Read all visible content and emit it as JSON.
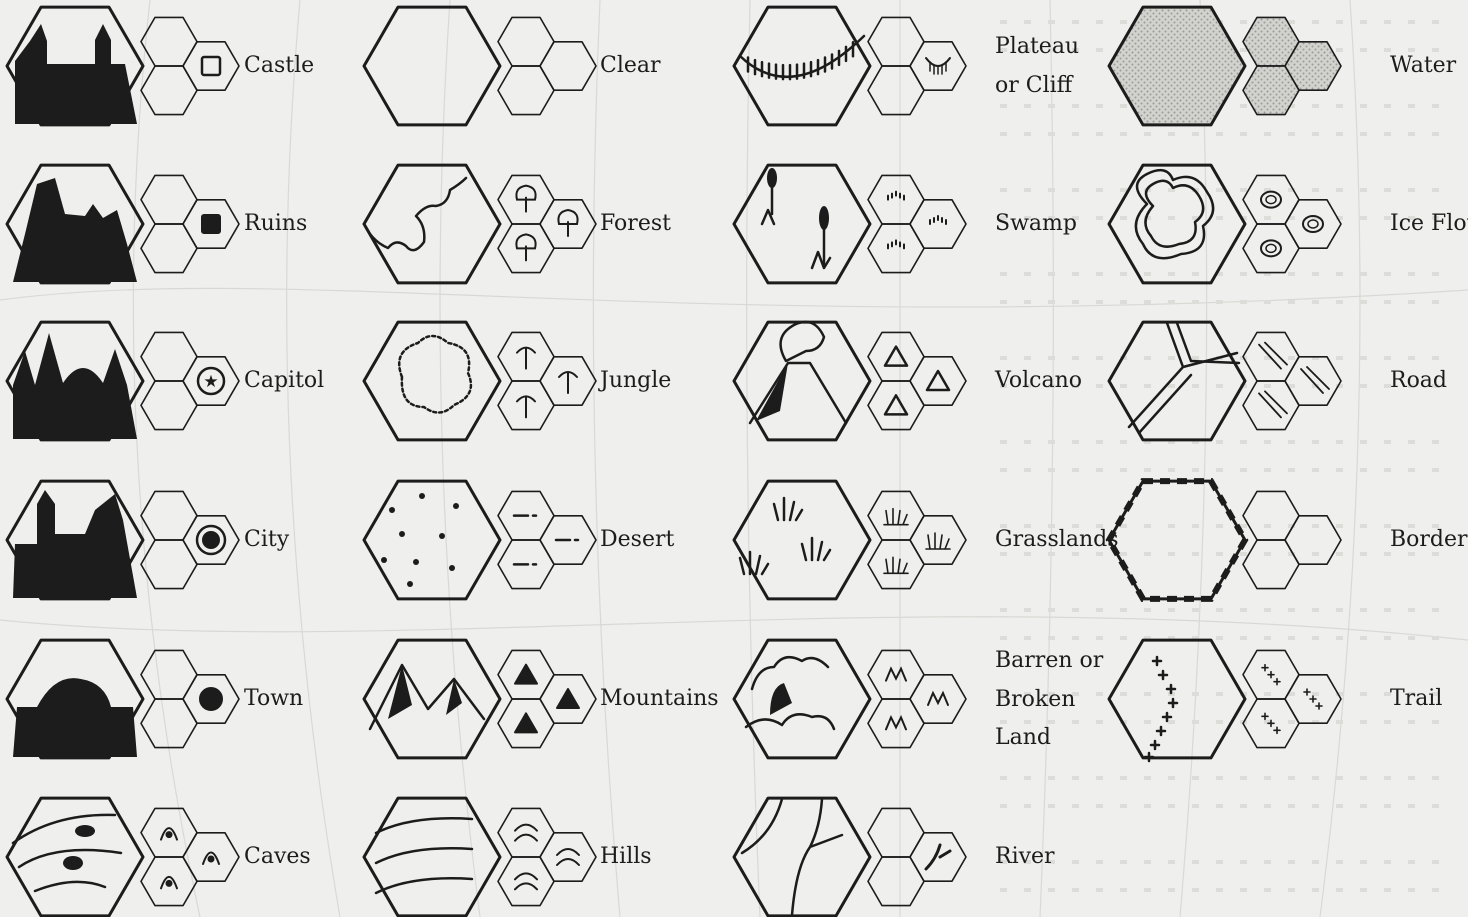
{
  "legend": {
    "columns": [
      {
        "items": [
          {
            "key": "castle",
            "label": [
              "Castle"
            ],
            "icon": "castle-icon",
            "symbol": "square-outline"
          },
          {
            "key": "ruins",
            "label": [
              "Ruins"
            ],
            "icon": "ruins-icon",
            "symbol": "square-filled"
          },
          {
            "key": "capitol",
            "label": [
              "Capitol"
            ],
            "icon": "capitol-icon",
            "symbol": "star-in-circle"
          },
          {
            "key": "city",
            "label": [
              "City"
            ],
            "icon": "city-icon",
            "symbol": "double-circle"
          },
          {
            "key": "town",
            "label": [
              "Town"
            ],
            "icon": "town-icon",
            "symbol": "filled-dot"
          },
          {
            "key": "caves",
            "label": [
              "Caves"
            ],
            "icon": "caves-icon",
            "symbol": "cave-arcs"
          }
        ]
      },
      {
        "items": [
          {
            "key": "clear",
            "label": [
              "Clear"
            ],
            "icon": "clear-icon",
            "symbol": "blank"
          },
          {
            "key": "forest",
            "label": [
              "Forest"
            ],
            "icon": "forest-icon",
            "symbol": "tree"
          },
          {
            "key": "jungle",
            "label": [
              "Jungle"
            ],
            "icon": "jungle-icon",
            "symbol": "palm"
          },
          {
            "key": "desert",
            "label": [
              "Desert"
            ],
            "icon": "desert-icon",
            "symbol": "dashes"
          },
          {
            "key": "mountains",
            "label": [
              "Mountains"
            ],
            "icon": "mountains-icon",
            "symbol": "filled-triangle"
          },
          {
            "key": "hills",
            "label": [
              "Hills"
            ],
            "icon": "hills-icon",
            "symbol": "hill-arcs"
          }
        ]
      },
      {
        "items": [
          {
            "key": "plateau",
            "label": [
              "Plateau",
              "or Cliff"
            ],
            "icon": "plateau-icon",
            "symbol": "cliff-hatch"
          },
          {
            "key": "swamp",
            "label": [
              "Swamp"
            ],
            "icon": "swamp-icon",
            "symbol": "tufts"
          },
          {
            "key": "volcano",
            "label": [
              "Volcano"
            ],
            "icon": "volcano-icon",
            "symbol": "open-triangle"
          },
          {
            "key": "grasslands",
            "label": [
              "Grasslands"
            ],
            "icon": "grasslands-icon",
            "symbol": "grass"
          },
          {
            "key": "barren",
            "label": [
              "Barren or",
              "Broken",
              "Land"
            ],
            "icon": "barren-land-icon",
            "symbol": "m-mark"
          },
          {
            "key": "river",
            "label": [
              "River"
            ],
            "icon": "river-icon",
            "symbol": "river-lines"
          }
        ]
      },
      {
        "items": [
          {
            "key": "water",
            "label": [
              "Water"
            ],
            "icon": "water-icon",
            "symbol": "stipple"
          },
          {
            "key": "iceflow",
            "label": [
              "Ice Flow"
            ],
            "icon": "ice-flow-icon",
            "symbol": "ice-blobs"
          },
          {
            "key": "road",
            "label": [
              "Road"
            ],
            "icon": "road-icon",
            "symbol": "double-lines"
          },
          {
            "key": "border",
            "label": [
              "Border"
            ],
            "icon": "border-icon",
            "symbol": "dashed-edge"
          },
          {
            "key": "trail",
            "label": [
              "Trail"
            ],
            "icon": "trail-icon",
            "symbol": "crosses"
          }
        ]
      }
    ]
  },
  "colors": {
    "paper": "#efefed",
    "ink": "#1c1c1c",
    "faint": "#d6d6d2",
    "stipple": "#9a9a96"
  }
}
